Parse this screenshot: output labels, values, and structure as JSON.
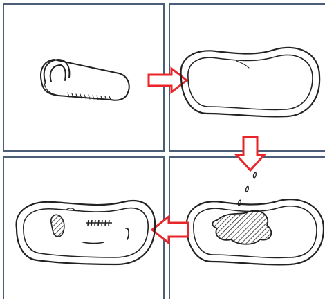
{
  "diagram": {
    "panels": [
      {
        "id": "panel-1",
        "depicts": "slipper"
      },
      {
        "id": "panel-2",
        "depicts": "enlarged-sole"
      },
      {
        "id": "panel-3",
        "depicts": "worn-sole-imprint"
      },
      {
        "id": "panel-4",
        "depicts": "liquid-stain-on-sole"
      }
    ],
    "arrows": [
      {
        "from": "panel-1",
        "to": "panel-2",
        "direction": "right"
      },
      {
        "from": "panel-2",
        "to": "panel-4",
        "direction": "down"
      },
      {
        "from": "panel-4",
        "to": "panel-3",
        "direction": "left"
      }
    ],
    "colors": {
      "background": "#ffffff",
      "frame": "#4a5e78",
      "line": "#222222",
      "arrow_stroke": "#e8262a",
      "arrow_fill": "#ffffff"
    },
    "icons": [
      "slipper-icon",
      "sole-outline-icon",
      "droplet-icon",
      "stain-hatch-icon",
      "arrow-icon"
    ]
  }
}
